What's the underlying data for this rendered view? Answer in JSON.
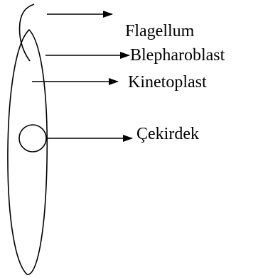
{
  "diagram": {
    "labels": {
      "flagellum": "Flagellum",
      "blepharoblast": "Blepharoblast",
      "kinetoplast": "Kinetoplast",
      "nucleus": "Çekirdek"
    },
    "stroke_color": "#000000",
    "background": "#ffffff"
  }
}
